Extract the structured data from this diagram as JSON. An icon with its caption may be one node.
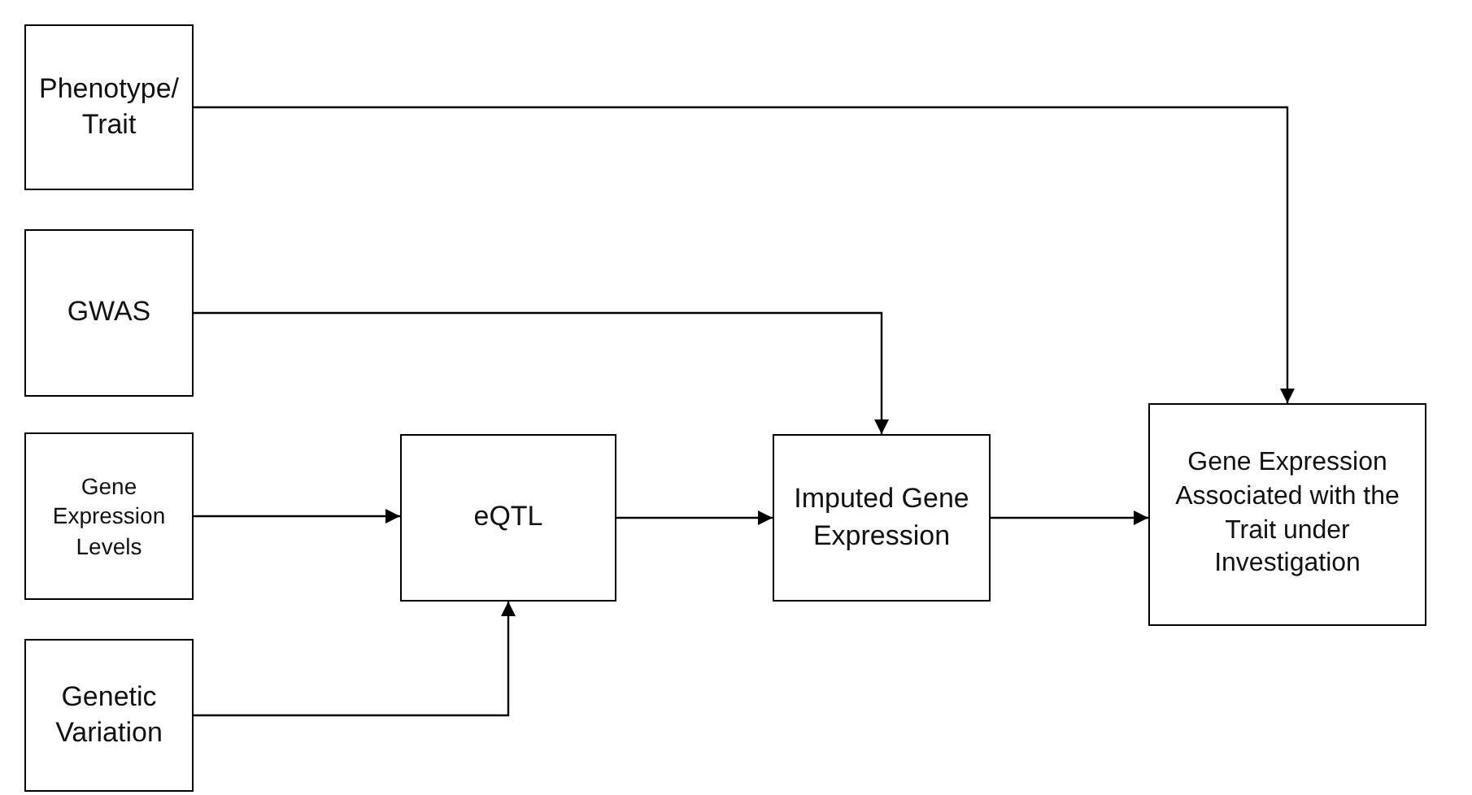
{
  "diagram": {
    "nodes": [
      {
        "text": [
          "Phenotype/ Trait"
        ]
      },
      {
        "text": [
          "GWAS"
        ]
      },
      {
        "text": [
          "Gene Expression Levels"
        ]
      },
      {
        "text": [
          "Genetic Variation"
        ]
      },
      {
        "text": [
          "eQTL"
        ]
      },
      {
        "text": [
          "Imputed Gene Expression"
        ]
      },
      {
        "text": [
          "Gene Expression Associated with the Trait under Investigation"
        ]
      }
    ],
    "edges": [
      {
        "from": 0,
        "to": 6,
        "arrow": "to"
      },
      {
        "from": 1,
        "to": 5,
        "arrow": "to"
      },
      {
        "from": 2,
        "to": 4,
        "arrow": "to"
      },
      {
        "from": 3,
        "to": 4,
        "arrow": "to"
      },
      {
        "from": 4,
        "to": 5,
        "arrow": "to"
      },
      {
        "from": 5,
        "to": 6,
        "arrow": "to"
      }
    ]
  }
}
